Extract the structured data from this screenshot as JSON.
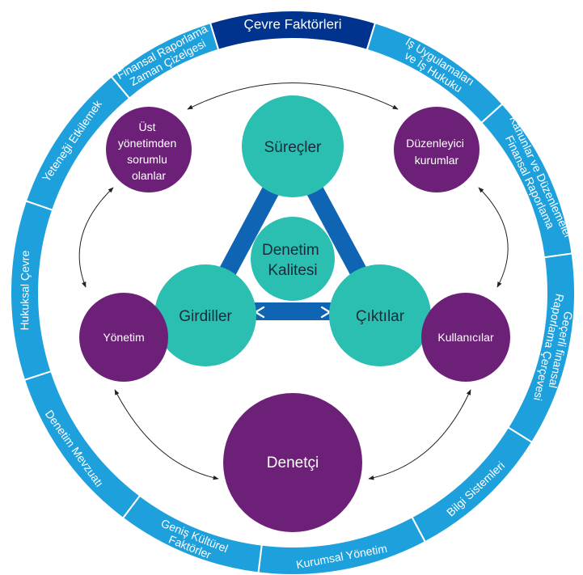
{
  "colors": {
    "ring": "#1ea0dc",
    "ring_highlight": "#00338d",
    "teal": "#2abfb0",
    "purple": "#6d2077",
    "triangle": "#1064b4",
    "arrow": "#222222"
  },
  "ring_segments": [
    {
      "id": "cevre",
      "lines": [
        "Çevre Faktörleri"
      ]
    },
    {
      "id": "is-uygulamalari",
      "lines": [
        "İş Uygulamaları",
        "ve İş Hukuku"
      ]
    },
    {
      "id": "kanunlar",
      "lines": [
        "Kanunlar ve Düzenlemeler",
        "Finansal Raporlama"
      ]
    },
    {
      "id": "gecerli",
      "lines": [
        "Geçerli finansal",
        "Raporlama Çerçevesi"
      ]
    },
    {
      "id": "bilgi",
      "lines": [
        "Bilgi Sistemleri"
      ]
    },
    {
      "id": "kurumsal",
      "lines": [
        "Kurumsal Yönetim"
      ]
    },
    {
      "id": "genis",
      "lines": [
        "Geniş Kültürel",
        "Faktörler"
      ]
    },
    {
      "id": "denetim-mevzuati",
      "lines": [
        "Denetim Mevzuatı"
      ]
    },
    {
      "id": "hukuksal",
      "lines": [
        "Hukuksal Çevre"
      ]
    },
    {
      "id": "yetenegi",
      "lines": [
        "Yeteneği Etkilemek"
      ]
    },
    {
      "id": "finansal-raporlama",
      "lines": [
        "Finansal Raporlama",
        "Zaman Çizelgesi"
      ]
    }
  ],
  "center": {
    "lines": [
      "Denetim",
      "Kalitesi"
    ]
  },
  "teal_nodes": [
    {
      "id": "surecler",
      "lines": [
        "Süreçler"
      ]
    },
    {
      "id": "girdiler",
      "lines": [
        "Girdiller"
      ]
    },
    {
      "id": "ciktilar",
      "lines": [
        "Çıktılar"
      ]
    }
  ],
  "purple_nodes": [
    {
      "id": "ust-yonetim",
      "lines": [
        "Üst",
        "yönetimden",
        "sorumlu",
        "olanlar"
      ]
    },
    {
      "id": "duzenleyici",
      "lines": [
        "Düzenleyici",
        "kurumlar"
      ]
    },
    {
      "id": "yonetim",
      "lines": [
        "Yönetim"
      ]
    },
    {
      "id": "kullanicilar",
      "lines": [
        "Kullanıcılar"
      ]
    },
    {
      "id": "denetci",
      "lines": [
        "Denetçi"
      ]
    }
  ]
}
